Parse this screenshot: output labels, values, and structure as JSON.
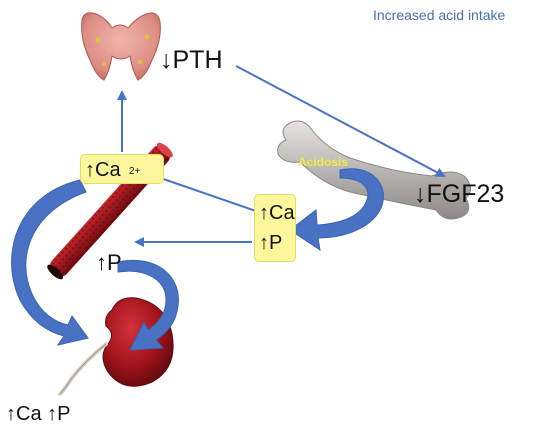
{
  "title": "Increased acid intake",
  "labels": {
    "pth": "↓PTH",
    "fgf23": "↓FGF23",
    "acidosis": "Acidosis",
    "ca_box": "↑Ca",
    "ca_superscript": "2+",
    "bone_ca": "↑Ca",
    "bone_p": "↑P",
    "intestine_p": "↑P",
    "urine": "↑Ca ↑P"
  },
  "colors": {
    "arrow": "#4a72c4",
    "highlight_box": "#fbf79a",
    "title": "#4a6fb0",
    "acidosis_text": "#f2e94a",
    "kidney": "#a4141a",
    "thyroid": "#e6a19a",
    "bone": "#b9b7b4"
  }
}
